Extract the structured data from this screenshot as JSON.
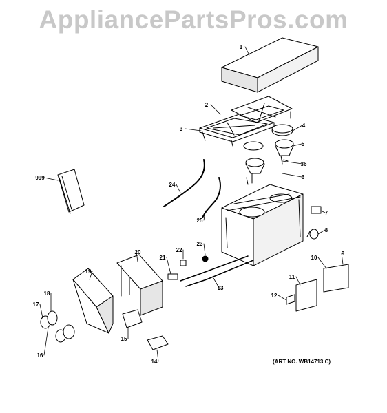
{
  "header": {
    "watermark": "AppliancePartsPros.com"
  },
  "diagram": {
    "art_number": "(ART NO. WB14713 C)",
    "callouts": [
      {
        "id": "1",
        "label": "1"
      },
      {
        "id": "2",
        "label": "2"
      },
      {
        "id": "3",
        "label": "3"
      },
      {
        "id": "4",
        "label": "4"
      },
      {
        "id": "5",
        "label": "5"
      },
      {
        "id": "36",
        "label": "36"
      },
      {
        "id": "6",
        "label": "6"
      },
      {
        "id": "999",
        "label": "999"
      },
      {
        "id": "24",
        "label": "24"
      },
      {
        "id": "25",
        "label": "25"
      },
      {
        "id": "7",
        "label": "7"
      },
      {
        "id": "8",
        "label": "8"
      },
      {
        "id": "20",
        "label": "20"
      },
      {
        "id": "22",
        "label": "22"
      },
      {
        "id": "23",
        "label": "23"
      },
      {
        "id": "21",
        "label": "21"
      },
      {
        "id": "19",
        "label": "19"
      },
      {
        "id": "13",
        "label": "13"
      },
      {
        "id": "9",
        "label": "9"
      },
      {
        "id": "10",
        "label": "10"
      },
      {
        "id": "11",
        "label": "11"
      },
      {
        "id": "12",
        "label": "12"
      },
      {
        "id": "18",
        "label": "18"
      },
      {
        "id": "17",
        "label": "17"
      },
      {
        "id": "15",
        "label": "15"
      },
      {
        "id": "16",
        "label": "16"
      },
      {
        "id": "14",
        "label": "14"
      }
    ]
  },
  "colors": {
    "watermark": "#c8c8c8",
    "ink": "#000000",
    "part_fill": "#ffffff",
    "shade": "#e6e6e6"
  }
}
